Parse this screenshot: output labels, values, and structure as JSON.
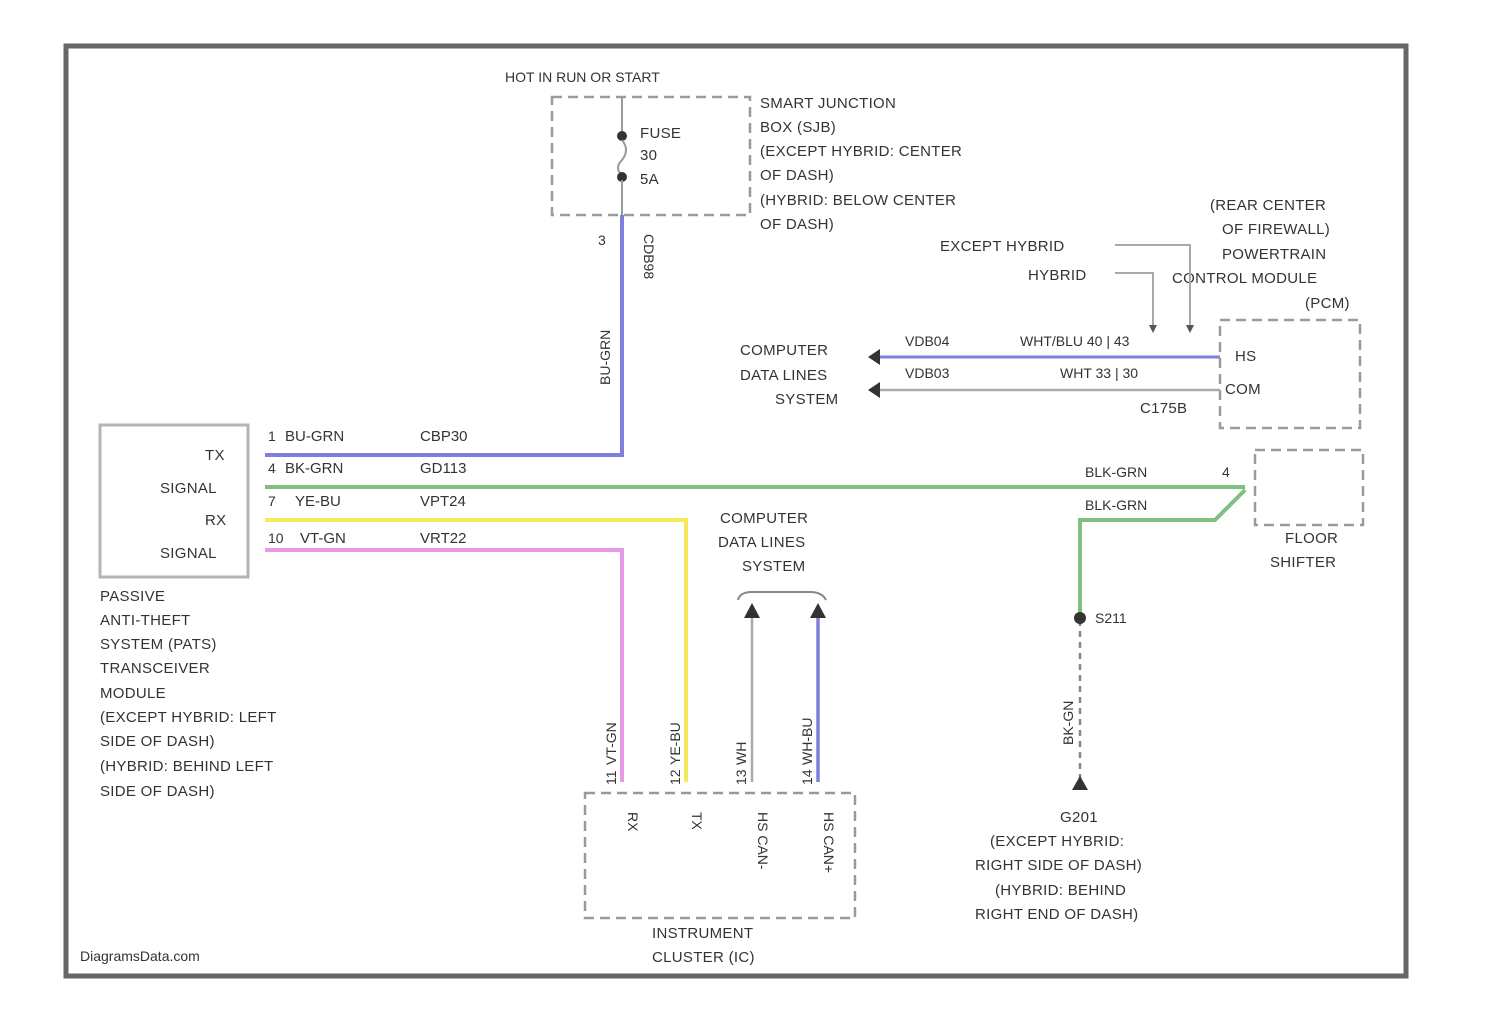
{
  "colors": {
    "violet": "#7f7fde",
    "green": "#7fbf7f",
    "yellow": "#f5e85a",
    "pink": "#e79be7",
    "gray": "#aaaaaa",
    "frame": "#666666"
  },
  "sjb": {
    "power_label": "HOT IN RUN OR START",
    "fuse_lines": [
      "FUSE",
      "30",
      "5A"
    ],
    "title_lines": [
      "SMART JUNCTION",
      "BOX (SJB)",
      "(EXCEPT HYBRID: CENTER",
      "OF DASH)",
      "(HYBRID: BELOW CENTER",
      "OF DASH)"
    ],
    "pin": "3",
    "circuit_vertical": "CDB98",
    "wire_vertical": "BU-GRN"
  },
  "pcm": {
    "title_lines": [
      "(REAR CENTER",
      "OF FIREWALL)",
      "POWERTRAIN",
      "CONTROL MODULE",
      "(PCM)"
    ],
    "except_hybrid": "EXCEPT HYBRID",
    "hybrid": "HYBRID",
    "pin_hs": "HS",
    "pin_com": "COM",
    "connector": "C175B",
    "pin_codes_row1": "WHT/BLU 40 | 43",
    "pin_codes_row2": "WHT 33 | 30"
  },
  "data_lines_right": {
    "lines": [
      "COMPUTER",
      "DATA LINES",
      "SYSTEM"
    ],
    "wire1": "VDB04",
    "wire2": "VDB03"
  },
  "pats": {
    "inner_labels": [
      "TX",
      "SIGNAL",
      "RX",
      "SIGNAL"
    ],
    "title_lines": [
      "PASSIVE",
      "ANTI-THEFT",
      "SYSTEM (PATS)",
      "TRANSCEIVER",
      "MODULE",
      "(EXCEPT HYBRID: LEFT",
      "SIDE OF DASH)",
      "(HYBRID: BEHIND LEFT",
      "SIDE OF DASH)"
    ],
    "wires": [
      {
        "pin": "1",
        "color_code": "BU-GRN",
        "circuit": "CBP30"
      },
      {
        "pin": "4",
        "color_code": "BK-GRN",
        "circuit": "GD113"
      },
      {
        "pin": "7",
        "color_code": "YE-BU",
        "circuit": "VPT24"
      },
      {
        "pin": "10",
        "color_code": "VT-GN",
        "circuit": "VRT22"
      }
    ]
  },
  "floor_shifter": {
    "title_lines": [
      "FLOOR",
      "SHIFTER"
    ],
    "pin": "4",
    "wire_top": "BLK-GRN",
    "wire_bottom": "BLK-GRN"
  },
  "ground": {
    "splice": "S211",
    "vertical_wire": "BK-GN",
    "id": "G201",
    "lines": [
      "(EXCEPT HYBRID:",
      "RIGHT SIDE OF DASH)",
      "(HYBRID: BEHIND",
      "RIGHT END OF DASH)"
    ]
  },
  "data_lines_center": {
    "lines": [
      "COMPUTER",
      "DATA LINES",
      "SYSTEM"
    ]
  },
  "cluster": {
    "title_lines": [
      "INSTRUMENT",
      "CLUSTER (IC)"
    ],
    "pins": [
      "RX",
      "TX",
      "HS CAN-",
      "HS CAN+"
    ],
    "wires": [
      "VT-GN",
      "YE-BU",
      "WH",
      "WH-BU"
    ],
    "pin_nums": [
      "11",
      "12",
      "13",
      "14"
    ]
  },
  "watermark": "DiagramsData.com"
}
